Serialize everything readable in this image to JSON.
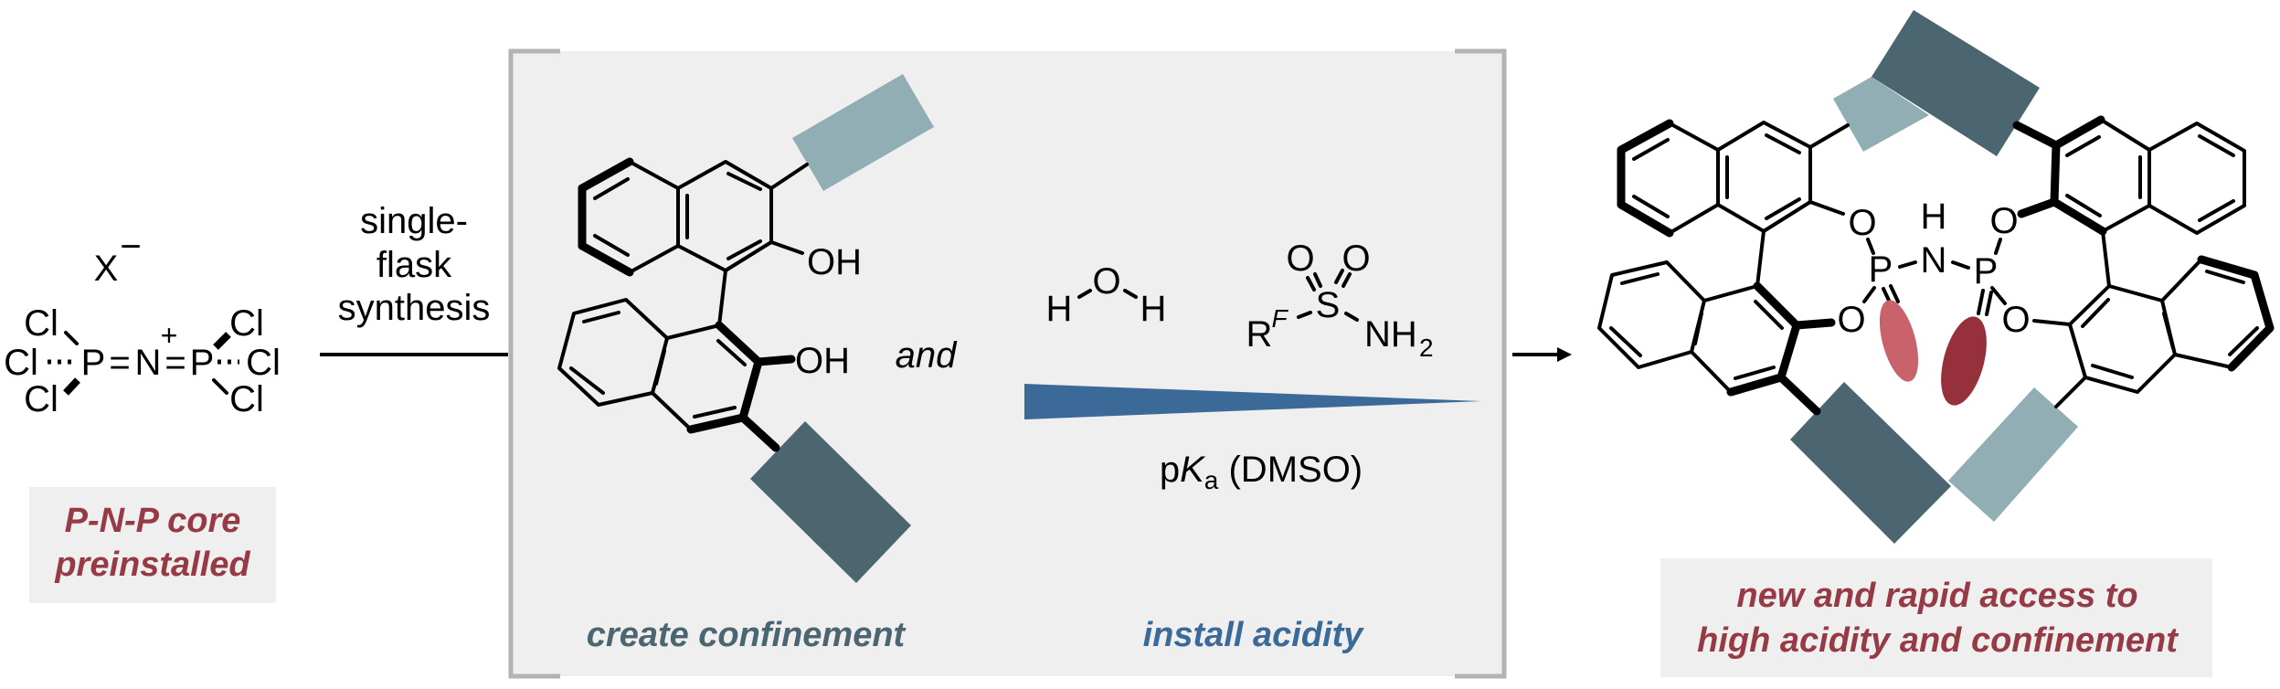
{
  "colors": {
    "panel_bg": "#efefef",
    "bracket": "#b3b3b3",
    "label_red": "#963a45",
    "confinement_teal": "#4b6670",
    "acidity_blue": "#3b6a98",
    "block_dark": "#4b6670",
    "block_light": "#90aeb3",
    "lobe_light": "#c9636b",
    "lobe_dark": "#96303a"
  },
  "reagent": {
    "counterion": "X",
    "counterion_charge": "−",
    "chlorine": "Cl",
    "phosphorus": "P",
    "nitrogen": "N",
    "double_bond": "=",
    "cation_charge": "+",
    "label_line1": "P-N-P core",
    "label_line2": "preinstalled"
  },
  "step": {
    "line1": "single-",
    "line2": "flask",
    "line3": "synthesis"
  },
  "center_panel": {
    "hydroxyl": "OH",
    "conjunction": "and",
    "water": {
      "h": "H",
      "o": "O"
    },
    "sulfonamide": {
      "r": "R",
      "r_superscript": "F",
      "s": "S",
      "o": "O",
      "nh": "NH",
      "nh_subscript": "2"
    },
    "pka_p": "p",
    "pka_k": "K",
    "pka_sub": "a",
    "pka_solvent": " (DMSO)",
    "label_confinement": "create confinement",
    "label_acidity": "install acidity"
  },
  "product": {
    "o": "O",
    "p": "P",
    "n": "N",
    "h": "H",
    "label_line1": "new and rapid access to",
    "label_line2": "high acidity and confinement"
  }
}
